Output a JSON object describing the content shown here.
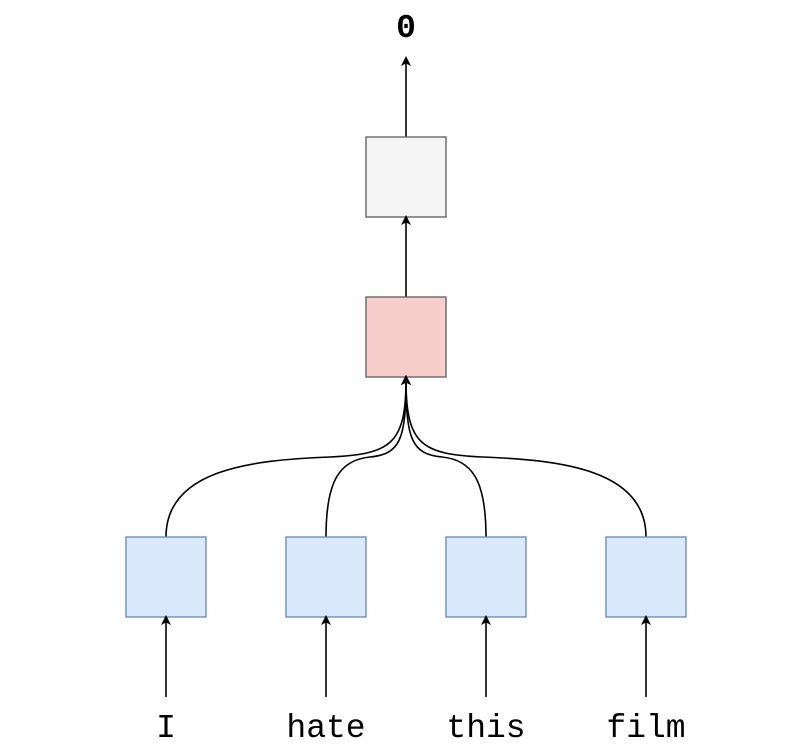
{
  "output": {
    "label": "0"
  },
  "nodes": {
    "output_box": {
      "fill": "#f5f5f5",
      "stroke": "#666666"
    },
    "hidden_box": {
      "fill": "#f8cecc",
      "stroke": "#666666"
    },
    "input_box": {
      "fill": "#dae8fc",
      "stroke": "#6c8ebf"
    }
  },
  "inputs": [
    {
      "word": "I"
    },
    {
      "word": "hate"
    },
    {
      "word": "this"
    },
    {
      "word": "film"
    }
  ],
  "colors": {
    "arrow": "#000000",
    "background": "#ffffff"
  }
}
